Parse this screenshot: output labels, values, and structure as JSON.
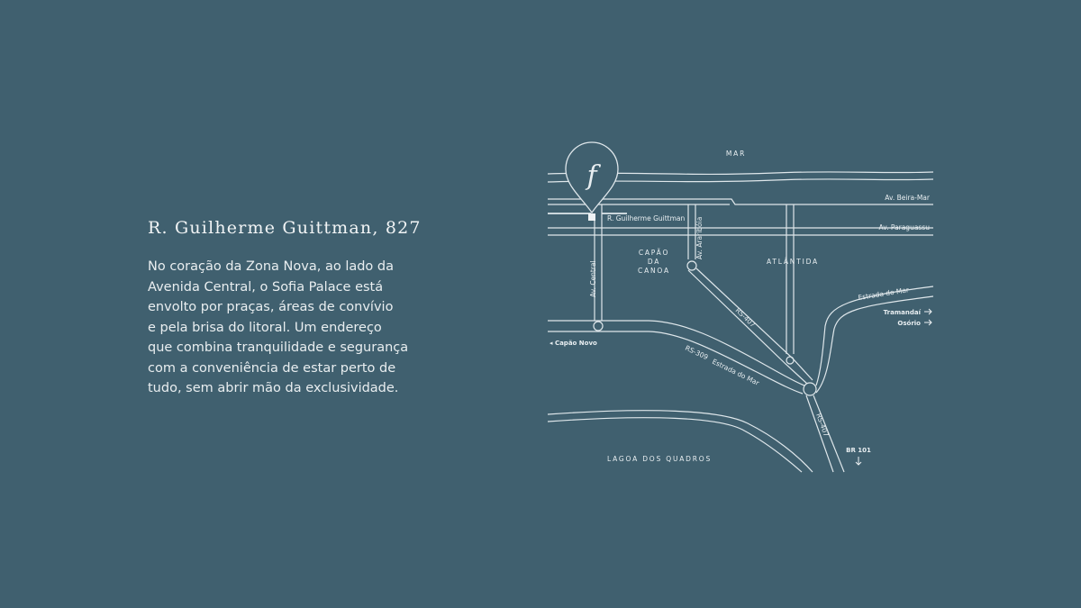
{
  "address": "R. Guilherme Guittman, 827",
  "description": [
    "No coração da Zona Nova, ao lado da",
    "Avenida Central, o Sofia Palace está",
    "envolto por praças, áreas de convívio",
    "e pela brisa do litoral. Um endereço",
    "que combina tranquilidade e segurança",
    "com a conveniência de estar perto de",
    "tudo, sem abrir mão da exclusividade."
  ],
  "map": {
    "pin_letter": "f",
    "areas": {
      "sea": "MAR",
      "capao": [
        "CAPÃO",
        "DA",
        "CANOA"
      ],
      "atlantida": "ATLÂNTIDA",
      "lagoa": "LAGOA DOS QUADROS"
    },
    "roads": {
      "beira_mar": "Av. Beira-Mar",
      "paraguassu": "Av. Paraguassu",
      "guittman": "R. Guilherme Guittman",
      "central": "Av. Central",
      "araringa": "Av. Araribóia",
      "rs407_north": "RS-407",
      "rs407_south": "RS-407",
      "rs309": "RS-309",
      "estrada_mar_lower": "Estrada do Mar",
      "estrada_mar_upper": "Estrada do Mar"
    },
    "destinations": {
      "capao_novo": "◂ Capão Novo",
      "tramandai": "Tramandaí",
      "osorio": "Osório",
      "br101": "BR 101"
    },
    "colors": {
      "background": "#40606f",
      "lines": "#dfe7eb"
    }
  }
}
